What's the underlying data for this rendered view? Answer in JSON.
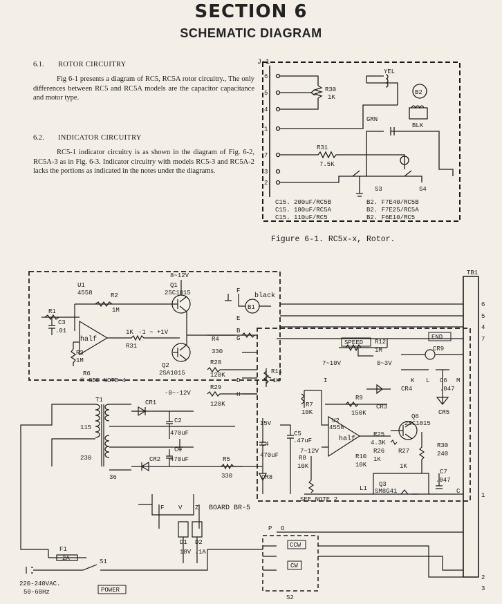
{
  "header": {
    "section": "SECTION 6",
    "title": "SCHEMATIC DIAGRAM"
  },
  "rotor": {
    "num": "6.1.",
    "heading": "ROTOR CIRCUITRY",
    "text": "Fig 6-1 presents a diagram of RC5, RC5A rotor circuitry., The only differences between RC5 and RC5A models are the capacitor capacitance and motor type."
  },
  "indicator": {
    "num": "6.2.",
    "heading": "INDICATOR CIRCUITRY",
    "text": "RC5-1 indicator circuitry is as shown in the diagram of Fig. 6-2, RC5A-3 as in Fig. 6-3. Indicator circuitry with models RC5-3 and RC5A-2 lacks the portions as indicated in the notes under the diagrams."
  },
  "figure1": {
    "connector": "J-1",
    "pins": [
      "6",
      "5",
      "4",
      "1",
      "7",
      "3",
      "2"
    ],
    "r30": "R30",
    "r30_val": "1K",
    "r31": "R31",
    "r31_val": "7.5K",
    "yel": "YEL",
    "grn": "GRN",
    "blk": "BLK",
    "b2": "B2",
    "s3": "S3",
    "s4": "S4",
    "notes": [
      "C15. 200uF/RC5B",
      "C15. 180uF/RC5A",
      "C15. 110uF/RC5"
    ],
    "notes2": [
      "B2. F7E40/RC5B",
      "B2. F7E25/RC5A",
      "B2. F6E10/RC5"
    ],
    "caption": "Figure 6-1.  RC5x-x, Rotor."
  },
  "figure2": {
    "tb1": "TB1",
    "tb1_pins": [
      "6",
      "5",
      "4",
      "7",
      "1",
      "2",
      "3"
    ],
    "u1": "U1",
    "u1_part": "4558",
    "q1": "Q1",
    "q1_part": "2SC1815",
    "q2": "Q2",
    "q2_part": "2SA1015",
    "v_plus": "8~12V",
    "v_minus": "-8~-12V",
    "r1": "R1",
    "r2": "R2",
    "r2_val": "1M",
    "r3": "R3",
    "r3_val": "1M",
    "c3": "C3",
    "c3_val": ".01",
    "r31": "R31",
    "r31_val": "1K",
    "r31_v": "-1 ~ +1V",
    "r6": "R6",
    "see_note4": "※ SEE NOTE 4",
    "black": "black",
    "b1": "B1",
    "r4": "R4",
    "r4_val": "330",
    "r28": "R28",
    "r28_val": "120K",
    "r29": "R29",
    "r29_val": "120K",
    "r11": "R11",
    "r11_val": "1K",
    "speed": "SPEED",
    "end": "END",
    "r12": "R12",
    "r12_val": "1M",
    "v7_10": "7~10V",
    "v0_3": "0~3V",
    "cr9": "CR9",
    "c6": "C6",
    "c6_val": ".047",
    "cr4": "CR4",
    "cr5": "CR5",
    "cr3": "CR3",
    "r7": "R7",
    "r7_val": "10K",
    "r9": "R9",
    "r9_val": "150K",
    "u2": "U2",
    "u2_part": "4558",
    "q6": "Q6",
    "q6_part": "2SC1815",
    "r25": "R25",
    "r25_val": "4.3K",
    "r26": "R26",
    "r26_val": "1K",
    "r27": "R27",
    "r27_val": "1K",
    "r30": "R30",
    "r30_val": "240",
    "c7": "C7",
    "c7_val": ".047",
    "q3": "Q3",
    "q3_part": "SM8G41",
    "l1": "L1",
    "r10": "R10",
    "r10_val": "10K",
    "r8": "R8",
    "r8_val": "10K",
    "v15": "15V",
    "c4": "C4",
    "c4_val": "470uF",
    "c5": "C5",
    "c5_val": ".47uF",
    "v7_12": "7~12V",
    "cr8": "CR8",
    "see_note2": "SEE NOTE 2",
    "t1": "T1",
    "tap115": "115",
    "tap230": "230",
    "tap36": "36",
    "cr1": "CR1",
    "cr2": "CR2",
    "c2": "C2",
    "c2_val": "470uF",
    "c1": "C1",
    "c1_val": "470uF",
    "r5": "R5",
    "r5_val": "330",
    "board": "BOARD  BR-5",
    "d1": "D1",
    "d2": "D2",
    "lamp": "18V .1A",
    "f1": "F1",
    "f1_val": "2A",
    "s1": "S1",
    "mains": "220-240VAC.",
    "freq": "50-60Hz",
    "power": "POWER",
    "ccw": "CCW",
    "cw": "CW",
    "s2": "S2",
    "nodes": [
      "E",
      "B",
      "G",
      "D",
      "H",
      "I",
      "K",
      "L",
      "M",
      "C",
      "F",
      "V",
      "Z",
      "P",
      "O",
      "half"
    ]
  }
}
